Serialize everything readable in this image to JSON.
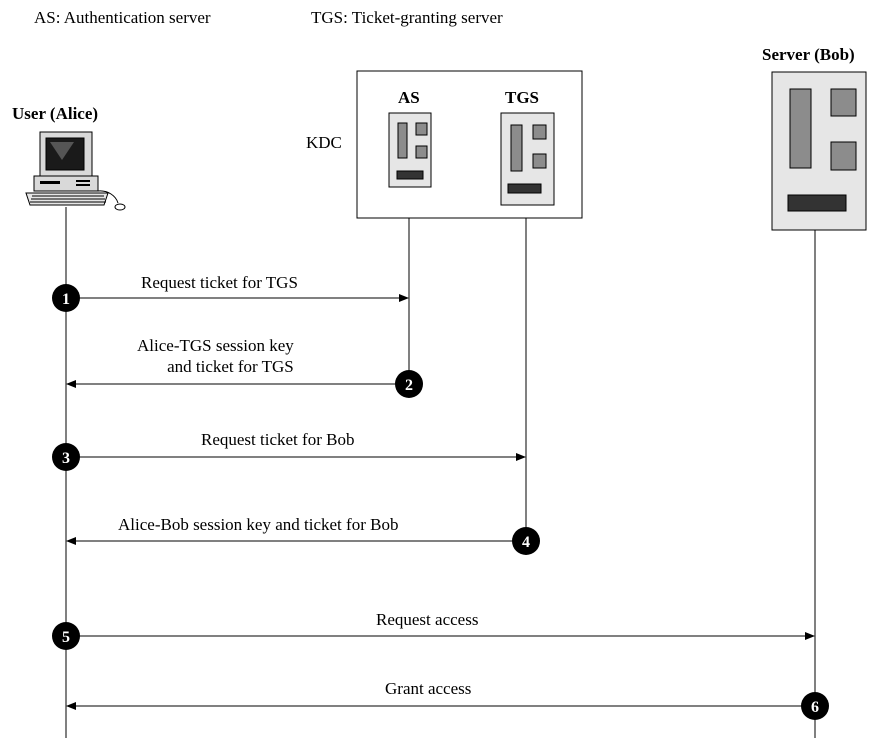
{
  "legend": {
    "as": "AS: Authentication server",
    "tgs": "TGS: Ticket-granting server"
  },
  "actors": {
    "user": "User (Alice)",
    "kdc": "KDC",
    "as": "AS",
    "tgs": "TGS",
    "server": "Server (Bob)"
  },
  "messages": [
    {
      "step": "1",
      "label": "Request ticket for TGS"
    },
    {
      "step": "2",
      "label": "Alice-TGS session key\n  and ticket for TGS"
    },
    {
      "step": "3",
      "label": "Request ticket for Bob"
    },
    {
      "step": "4",
      "label": "Alice-Bob session key and ticket for Bob"
    },
    {
      "step": "5",
      "label": "Request access"
    },
    {
      "step": "6",
      "label": "Grant access"
    }
  ]
}
